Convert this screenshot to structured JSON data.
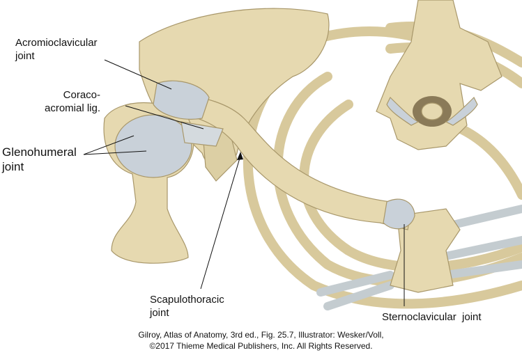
{
  "labels": {
    "acromioclavicular": [
      "Acromioclavicular",
      "joint"
    ],
    "coracoacromial": [
      "Coraco-",
      "acromial lig."
    ],
    "glenohumeral": [
      "Glenohumeral",
      "joint"
    ],
    "scapulothoracic": [
      "Scapulothoracic",
      "joint"
    ],
    "sternoclavicular": "Sternoclavicular  joint"
  },
  "caption": [
    "Gilroy, Atlas of Anatomy, 3rd ed., Fig. 25.7, Illustrator: Wesker/Voll,",
    "©2017 Thieme Medical Publishers, Inc. All Rights Reserved."
  ],
  "colors": {
    "bone": "#e6d9b0",
    "bone_edge": "#a8976a",
    "ligament": "#c9d1d9",
    "cartilage": "#c4ccd0"
  }
}
